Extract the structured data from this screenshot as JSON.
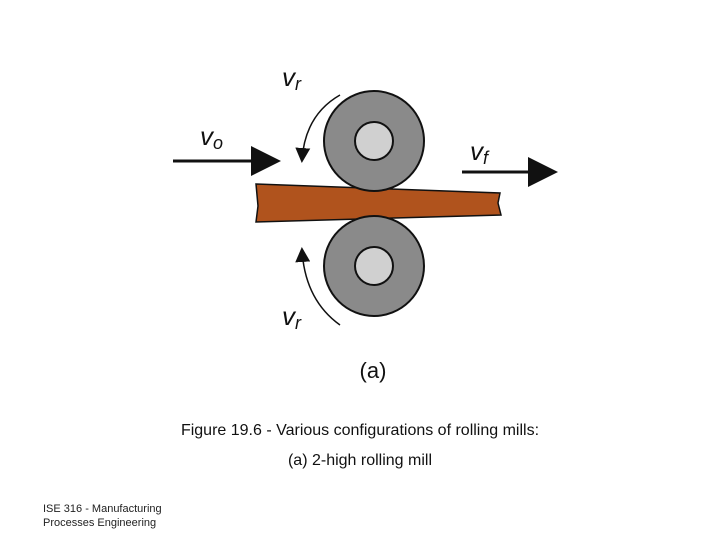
{
  "figure": {
    "labels": {
      "entry_velocity": "v",
      "entry_velocity_sub": "o",
      "exit_velocity": "v",
      "exit_velocity_sub": "f",
      "roll_velocity_top": "v",
      "roll_velocity_top_sub": "r",
      "roll_velocity_bottom": "v",
      "roll_velocity_bottom_sub": "r",
      "panel": "(a)"
    },
    "colors": {
      "roll": "#8a8a8a",
      "roll_hub": "#d0d0d0",
      "workpiece": "#b0531d",
      "arrow": "#111111"
    }
  },
  "caption": {
    "line1": "Figure 19.6 ‑ Various configurations of rolling mills:",
    "line2": "(a) 2‑high rolling mill"
  },
  "footer": {
    "line1": "ISE 316 ‑ Manufacturing",
    "line2": "Processes Engineering"
  }
}
